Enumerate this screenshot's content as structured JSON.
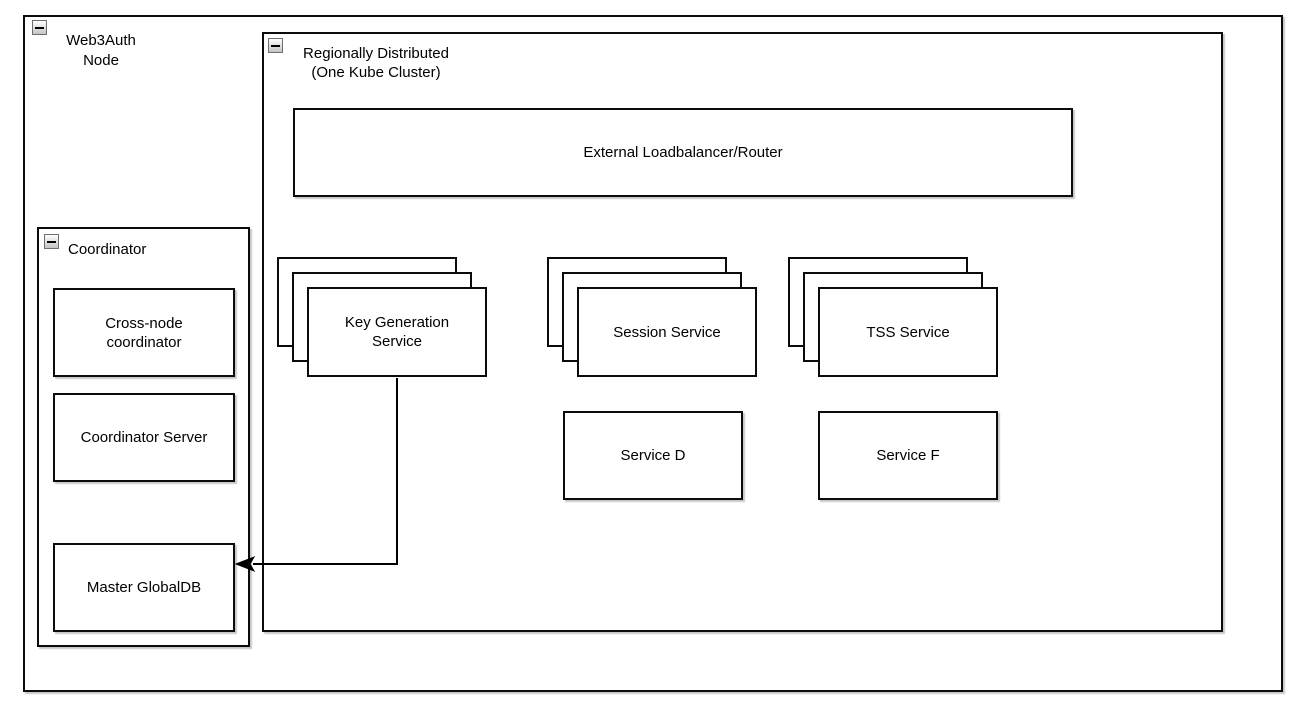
{
  "colors": {
    "stroke": "#000000",
    "fill": "#ffffff",
    "collapse_icon_bg": "#d7d7d7",
    "background": "#ffffff"
  },
  "nodes": {
    "web3auth": {
      "label": "Web3Auth Node"
    },
    "region": {
      "label": "Regionally Distributed (One Kube Cluster)"
    },
    "loadbalancer": {
      "label": "External Loadbalancer/Router"
    },
    "stacks": [
      {
        "label": "Key Generation Service",
        "replicas_shown": 3
      },
      {
        "label": "Session Service",
        "replicas_shown": 3
      },
      {
        "label": "TSS Service",
        "replicas_shown": 3
      }
    ],
    "services": [
      {
        "label": "Service D"
      },
      {
        "label": "Service F"
      }
    ],
    "coordinator": {
      "label": "Coordinator",
      "children": [
        {
          "label": "Cross-node coordinator"
        },
        {
          "label": "Coordinator Server"
        },
        {
          "label": "Master GlobalDB"
        }
      ]
    }
  },
  "edges": [
    {
      "from": "Key Generation Service",
      "to": "Master GlobalDB",
      "style": "arrow"
    }
  ]
}
